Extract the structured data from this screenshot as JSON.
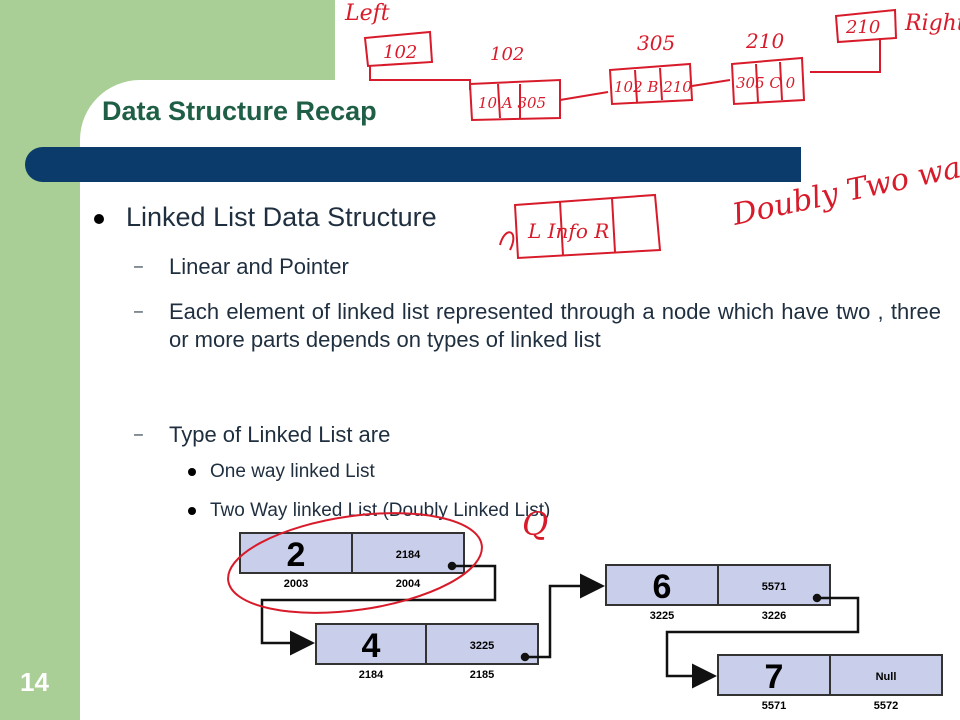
{
  "slide": {
    "title": "Data Structure Recap",
    "number": "14"
  },
  "content": {
    "bullet": "Linked List Data Structure",
    "sub_points": [
      "Linear and Pointer",
      "Each element of linked list represented through a node which have two , three or more parts depends on types of linked list",
      "Type of Linked List are"
    ],
    "types": [
      "One way linked List",
      "Two Way linked List (Doubly Linked List)"
    ]
  },
  "diagram": {
    "nodes": [
      {
        "value": "2",
        "pointer": "2184",
        "addr_value": "2003",
        "addr_pointer": "2004"
      },
      {
        "value": "4",
        "pointer": "3225",
        "addr_value": "2184",
        "addr_pointer": "2185"
      },
      {
        "value": "6",
        "pointer": "5571",
        "addr_value": "3225",
        "addr_pointer": "3226"
      },
      {
        "value": "7",
        "pointer": "Null",
        "addr_value": "5571",
        "addr_pointer": "5572"
      }
    ]
  },
  "annotations": {
    "left_label": "Left",
    "right_label": "Right",
    "top_box": "102",
    "node_addresses": [
      "102",
      "305",
      "210"
    ],
    "node_contents": [
      "10 A 305",
      "102 B 210",
      "305 C 0"
    ],
    "right_box": "210",
    "doubly_node": "L Info R",
    "doubly_text": "Doubly Two way",
    "question": "Q"
  },
  "colors": {
    "green": "#a9cf96",
    "navy": "#0b3b6b",
    "title": "#1f5f46",
    "node_fill": "#c9cfea",
    "ink_red": "#d81b2a"
  }
}
